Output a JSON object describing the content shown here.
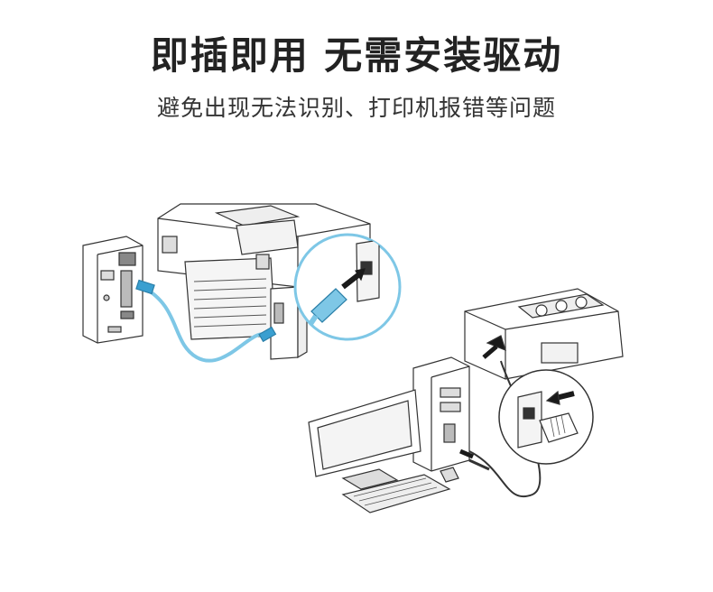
{
  "header": {
    "title": "即插即用 无需安装驱动",
    "subtitle": "避免出现无法识别、打印机报错等问题"
  },
  "colors": {
    "cable": "#7ec7e6",
    "cable_dark": "#3a9fd0",
    "arrow": "#1a1a1a",
    "line": "#333333"
  },
  "illustration": {
    "scene_1": "computer-to-mfp-printer-usb",
    "scene_2": "desktop-pc-to-inkjet-printer-usb"
  }
}
